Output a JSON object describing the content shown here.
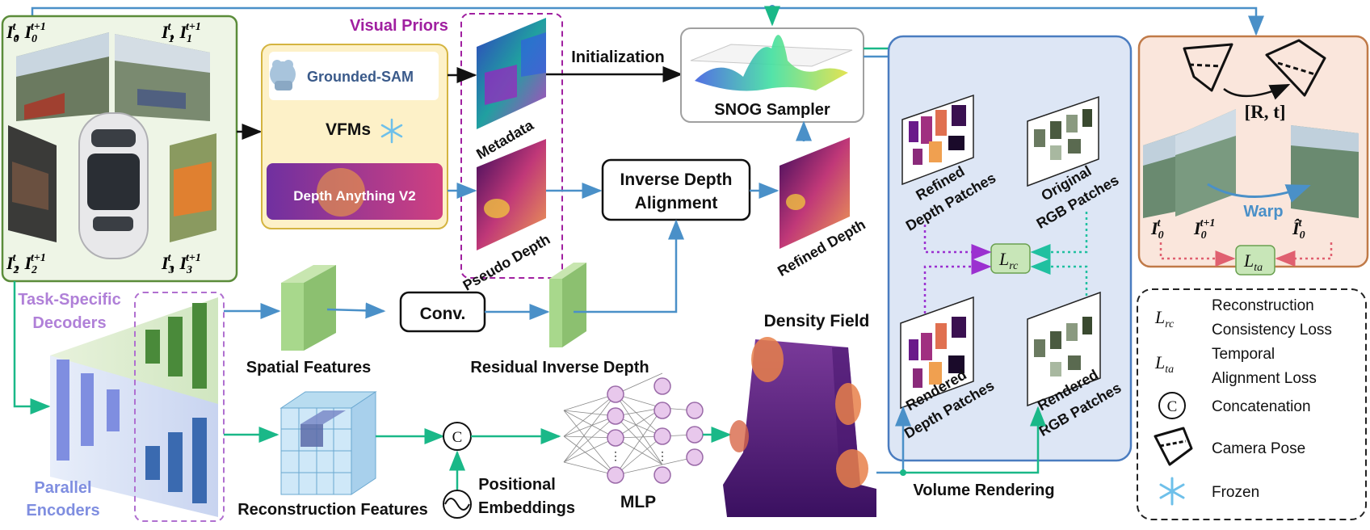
{
  "inputs": {
    "cam0": {
      "base": "I",
      "sub0": "0",
      "supA": "t",
      "supB": "t+1"
    },
    "cam1": {
      "base": "I",
      "sub0": "1",
      "supA": "t",
      "supB": "t+1"
    },
    "cam2": {
      "base": "I",
      "sub0": "2",
      "supA": "t",
      "supB": "t+1"
    },
    "cam3": {
      "base": "I",
      "sub0": "3",
      "supA": "t",
      "supB": "t+1"
    }
  },
  "visual_priors": {
    "title": "Visual Priors",
    "vfm_label": "VFMs",
    "grounded_sam": "Grounded-SAM",
    "depth_anything": "Depth Anything V2",
    "metadata": "Metadata",
    "pseudo_depth": "Pseudo Depth"
  },
  "initialization": "Initialization",
  "snog_sampler": "SNOG Sampler",
  "inverse_depth_alignment": {
    "line1": "Inverse Depth",
    "line2": "Alignment"
  },
  "refined_depth": "Refined Depth",
  "patches": {
    "refined_depth": {
      "line1": "Refined",
      "line2": "Depth Patches"
    },
    "original_rgb": {
      "line1": "Original",
      "line2": "RGB Patches"
    },
    "rendered_depth": {
      "line1": "Rendered",
      "line2": "Depth Patches"
    },
    "rendered_rgb": {
      "line1": "Rendered",
      "line2": "RGB Patches"
    }
  },
  "losses": {
    "rc": "rc",
    "ta": "ta",
    "L": "L"
  },
  "temporal": {
    "pose": "[R, t]",
    "warp": "Warp",
    "i0t": "I",
    "i0t_sub": "0",
    "i0t_sup": "t",
    "i0t1_sup": "t+1",
    "ihat": "Î"
  },
  "decoders": {
    "line1": "Task-Specific",
    "line2": "Decoders"
  },
  "encoders": {
    "line1": "Parallel",
    "line2": "Encoders"
  },
  "spatial_features": "Spatial Features",
  "conv": "Conv.",
  "residual_inverse_depth": "Residual Inverse Depth",
  "density_field": "Density Field",
  "reconstruction_features": "Reconstruction Features",
  "concat_symbol": "C",
  "positional": {
    "line1": "Positional",
    "line2": "Embeddings"
  },
  "mlp": "MLP",
  "volume_rendering": "Volume Rendering",
  "legend": {
    "rc_line1": "Reconstruction",
    "rc_line2": "Consistency Loss",
    "ta_line1": "Temporal",
    "ta_line2": "Alignment Loss",
    "concat": "Concatenation",
    "camera_pose": "Camera Pose",
    "frozen": "Frozen"
  },
  "colors": {
    "green_border": "#5b8c3a",
    "blue_border": "#4a7cc0",
    "orange_border": "#c07a48",
    "purple": "#a020a0",
    "teal": "#1ab888",
    "blue_arrow": "#4a90c8",
    "dotted_purple": "#9b30d0",
    "dotted_teal": "#20c0a0",
    "dotted_red": "#e06070"
  }
}
